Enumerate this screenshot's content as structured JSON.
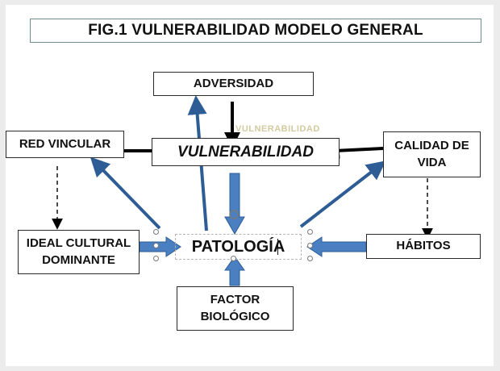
{
  "title": "FIG.1 VULNERABILIDAD MODELO GENERAL",
  "nodes": {
    "adversidad": "ADVERSIDAD",
    "red_vincular": "RED VINCULAR",
    "vulnerabilidad": "VULNERABILIDAD",
    "calidad_de_vida": "CALIDAD DE\nVIDA",
    "ideal_cultural": "IDEAL CULTURAL\nDOMINANTE",
    "patologia": "PATOLOGÍA",
    "habitos": "HÁBITOS",
    "factor_biologico": "FACTOR\nBIOLÓGICO"
  },
  "colors": {
    "blue_arrow": "#2e5d96",
    "blue_block": "#4a7fc1",
    "black_arrow": "#000000"
  }
}
